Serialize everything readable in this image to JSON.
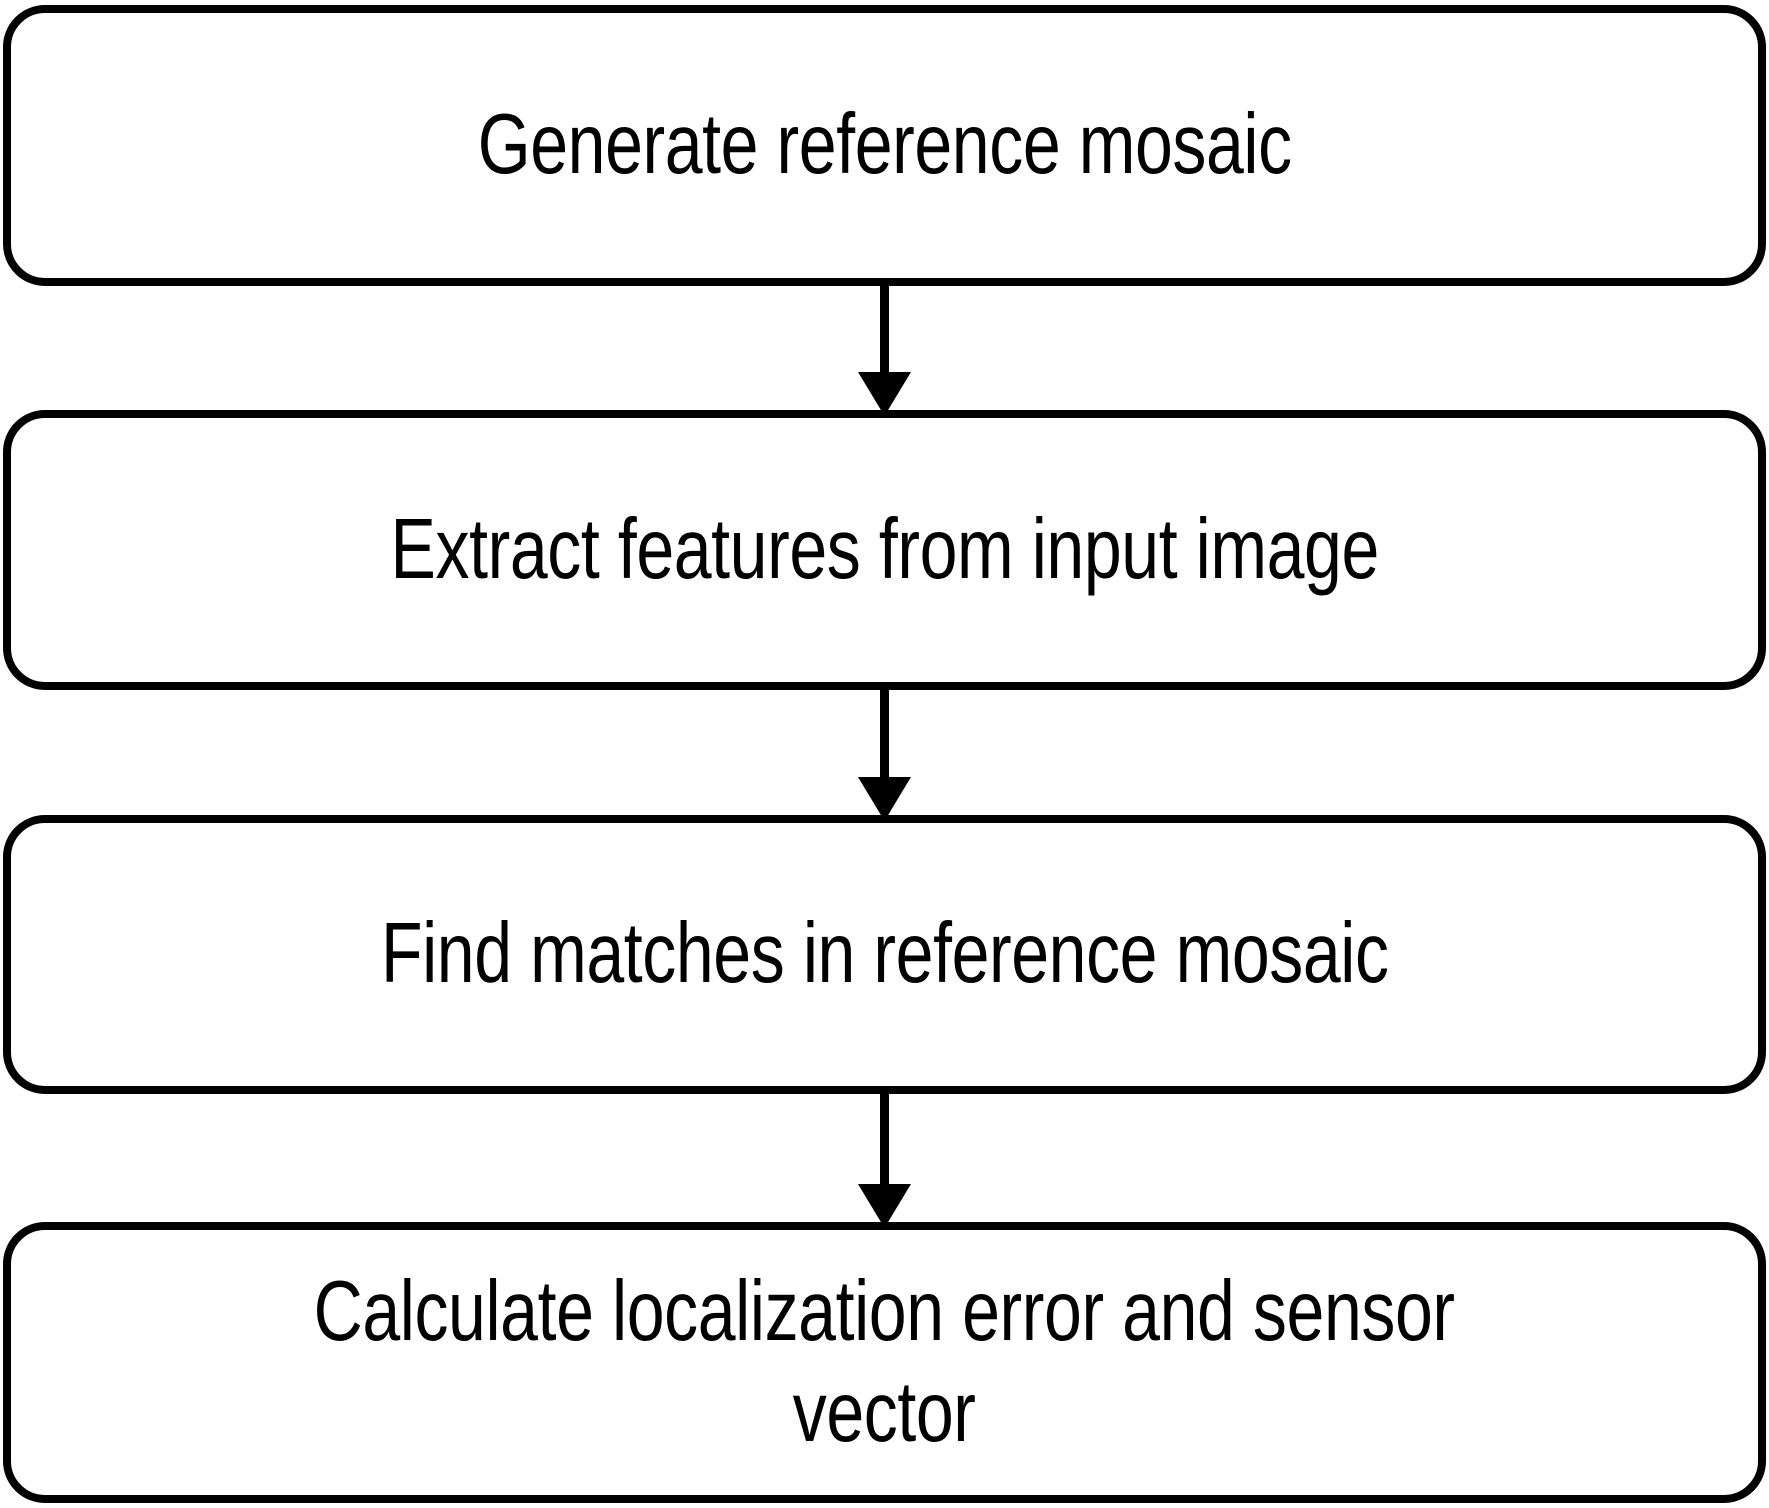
{
  "diagram": {
    "type": "flowchart",
    "orientation": "vertical",
    "title": "",
    "colors": {
      "background": "#ffffff",
      "node_fill": "#ffffff",
      "node_stroke": "#000000",
      "text": "#000000",
      "arrow": "#000000"
    },
    "nodes": [
      {
        "id": "node-1",
        "label": "Generate reference mosaic",
        "shape": "rounded-rectangle"
      },
      {
        "id": "node-2",
        "label": "Extract features from input image",
        "shape": "rounded-rectangle"
      },
      {
        "id": "node-3",
        "label": "Find matches in reference mosaic",
        "shape": "rounded-rectangle"
      },
      {
        "id": "node-4",
        "label": "Calculate localization error and sensor\nvector",
        "shape": "rounded-rectangle"
      }
    ],
    "edges": [
      {
        "id": "edge-1",
        "from": "node-1",
        "to": "node-2",
        "style": "solid-arrow-down"
      },
      {
        "id": "edge-2",
        "from": "node-2",
        "to": "node-3",
        "style": "solid-arrow-down"
      },
      {
        "id": "edge-3",
        "from": "node-3",
        "to": "node-4",
        "style": "solid-arrow-down"
      }
    ]
  }
}
